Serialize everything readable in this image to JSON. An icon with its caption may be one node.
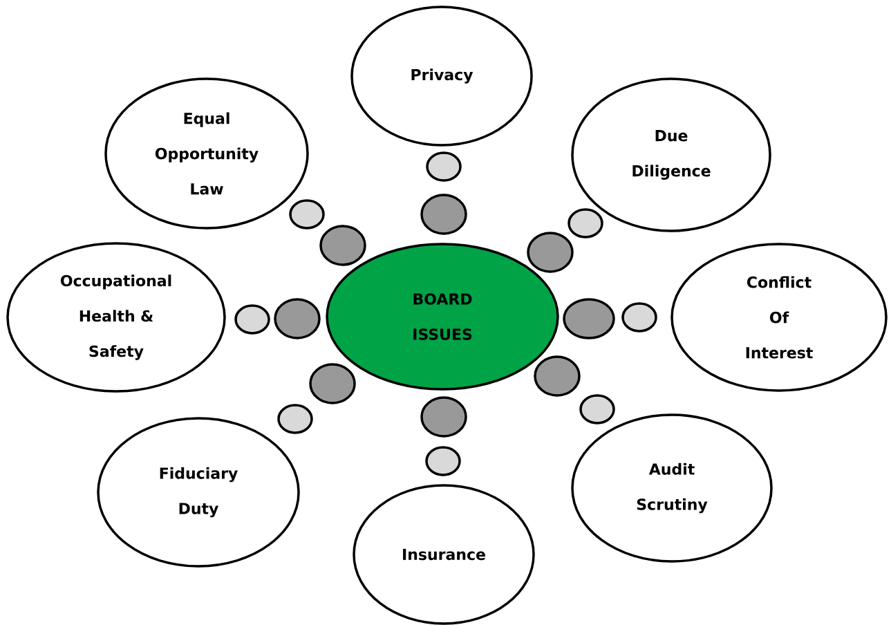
{
  "diagram": {
    "nodes": [
      {
        "text": [
          "BOARD ISSUES"
        ]
      },
      {
        "text": [
          "Privacy"
        ]
      },
      {
        "text": [
          "Equal Opportunity Law"
        ]
      },
      {
        "text": [
          "Due Diligence"
        ]
      },
      {
        "text": [
          "Occupational Health & Safety"
        ]
      },
      {
        "text": [
          "Conflict Of Interest"
        ]
      },
      {
        "text": [
          "Fiduciary Duty"
        ]
      },
      {
        "text": [
          "Audit Scrutiny"
        ]
      },
      {
        "text": [
          "Insurance"
        ]
      }
    ]
  }
}
